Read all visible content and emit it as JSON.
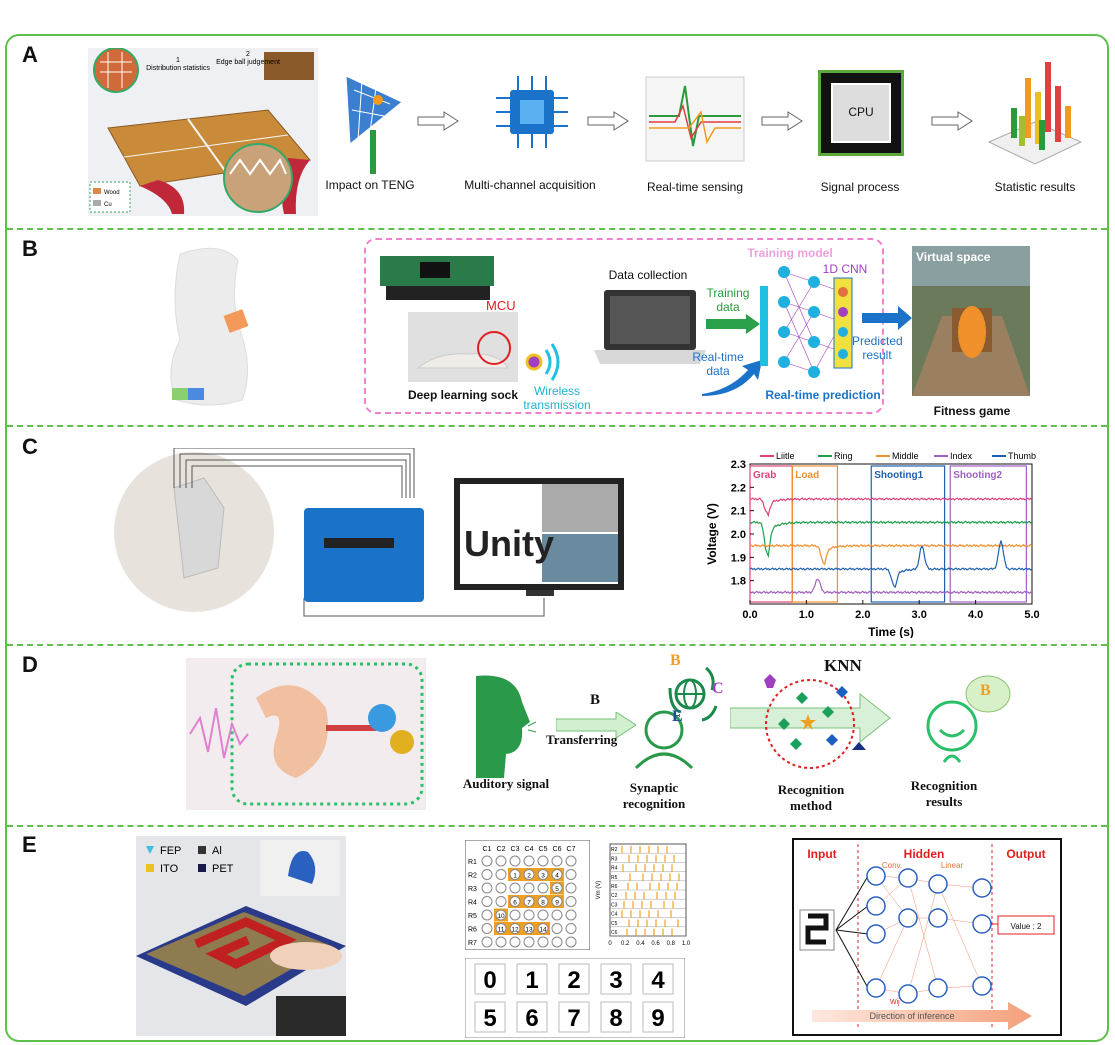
{
  "colors": {
    "frame_green": "#5cc04a",
    "accent_blue": "#1a73c8",
    "accent_orange": "#f39a1e"
  },
  "panels": {
    "a": "A",
    "b": "B",
    "c": "C",
    "d": "D",
    "e": "E"
  },
  "panel_a": {
    "table_captions": [
      "1",
      "Distribution statistics",
      "2",
      "Edge ball judgement"
    ],
    "legend": [
      "Wood",
      "Cu"
    ],
    "steps": [
      "Impact on TENG",
      "Multi-channel acquisition",
      "Real-time sensing",
      "Signal process",
      "Statistic results"
    ],
    "cpu_label": "CPU"
  },
  "panel_b": {
    "mcu": "MCU",
    "sock": "Deep learning sock",
    "wireless": "Wireless transmission",
    "data_collection": "Data collection",
    "training_model": "Training model",
    "cnn": "1D CNN",
    "training_data": "Training data",
    "realtime_data": "Real-time data",
    "predicted": "Predicted result",
    "realtime_prediction": "Real-time prediction",
    "virtual_space": "Virtual space",
    "fitness_game": "Fitness game"
  },
  "panel_c": {
    "unity": "Unity",
    "legend": [
      "Liitle",
      "Ring",
      "Middle",
      "Index",
      "Thumb"
    ],
    "legend_colors": [
      "#e0407a",
      "#1ea04a",
      "#f09030",
      "#a060c0",
      "#2060b0"
    ],
    "segments": [
      "Grab",
      "Load",
      "Shooting1",
      "Shooting2"
    ],
    "segment_colors": [
      "#e0407a",
      "#f09030",
      "#2060b0",
      "#a060c0"
    ]
  },
  "panel_d": {
    "b_letter": "B",
    "transferring": "Transferring",
    "globe_letters": [
      "B",
      "C",
      "E"
    ],
    "knn": "KNN",
    "bubble": "B",
    "captions": [
      "Auditory signal",
      "Synaptic recognition",
      "Recognition method",
      "Recognition results"
    ]
  },
  "panel_e": {
    "legend": [
      "FEP",
      "Al",
      "ITO",
      "PET"
    ],
    "grid_cols": [
      "C1",
      "C2",
      "C3",
      "C4",
      "C5",
      "C6",
      "C7"
    ],
    "grid_rows": [
      "R1",
      "R2",
      "R3",
      "R4",
      "R5",
      "R6",
      "R7"
    ],
    "grid_numbers": [
      "1",
      "2",
      "3",
      "4",
      "5",
      "9",
      "8",
      "7",
      "6",
      "10",
      "11",
      "12",
      "13",
      "14"
    ],
    "signal_rows": [
      "R2",
      "R3",
      "R4",
      "R5",
      "R6",
      "C2",
      "C3",
      "C4",
      "C5",
      "C6"
    ],
    "signal_xticks": [
      "0",
      "0.2",
      "0.4",
      "0.6",
      "0.8",
      "1.0"
    ],
    "signal_ylabel": "Vm (V)",
    "digits": [
      "0",
      "1",
      "2",
      "3",
      "4",
      "5",
      "6",
      "7",
      "8",
      "9"
    ],
    "nn_input": "Input",
    "nn_hidden": "Hidden",
    "nn_output": "Output",
    "nn_conv": "Conv.",
    "nn_linear": "Linear",
    "nn_value": "Value : 2",
    "nn_weight": "Wij",
    "nn_direction": "Direction of inference"
  },
  "chart_data": {
    "type": "line",
    "title": "",
    "xlabel": "Time (s)",
    "ylabel": "Voltage (V)",
    "xlim": [
      0,
      5.0
    ],
    "ylim": [
      1.7,
      2.3
    ],
    "xticks": [
      "0.0",
      "1.0",
      "2.0",
      "3.0",
      "4.0",
      "5.0"
    ],
    "yticks": [
      "1.8",
      "1.9",
      "2.0",
      "2.1",
      "2.2",
      "2.3"
    ],
    "segments": [
      {
        "name": "Grab",
        "x0": 0.0,
        "x1": 0.75
      },
      {
        "name": "Load",
        "x0": 0.75,
        "x1": 1.55
      },
      {
        "name": "Shooting1",
        "x0": 2.15,
        "x1": 3.45
      },
      {
        "name": "Shooting2",
        "x0": 3.55,
        "x1": 4.9
      }
    ],
    "series": [
      {
        "name": "Liitle",
        "baseline": 2.15,
        "events": [
          [
            0.3,
            -0.06
          ]
        ]
      },
      {
        "name": "Ring",
        "baseline": 2.05,
        "events": [
          [
            0.3,
            -0.13
          ]
        ]
      },
      {
        "name": "Middle",
        "baseline": 1.95,
        "events": [
          [
            1.3,
            -0.07
          ]
        ]
      },
      {
        "name": "Index",
        "baseline": 1.75,
        "events": [
          [
            1.2,
            0.06
          ]
        ]
      },
      {
        "name": "Thumb",
        "baseline": 1.85,
        "events": [
          [
            2.55,
            -0.07
          ],
          [
            3.05,
            0.1
          ],
          [
            4.45,
            0.12
          ]
        ]
      }
    ]
  }
}
